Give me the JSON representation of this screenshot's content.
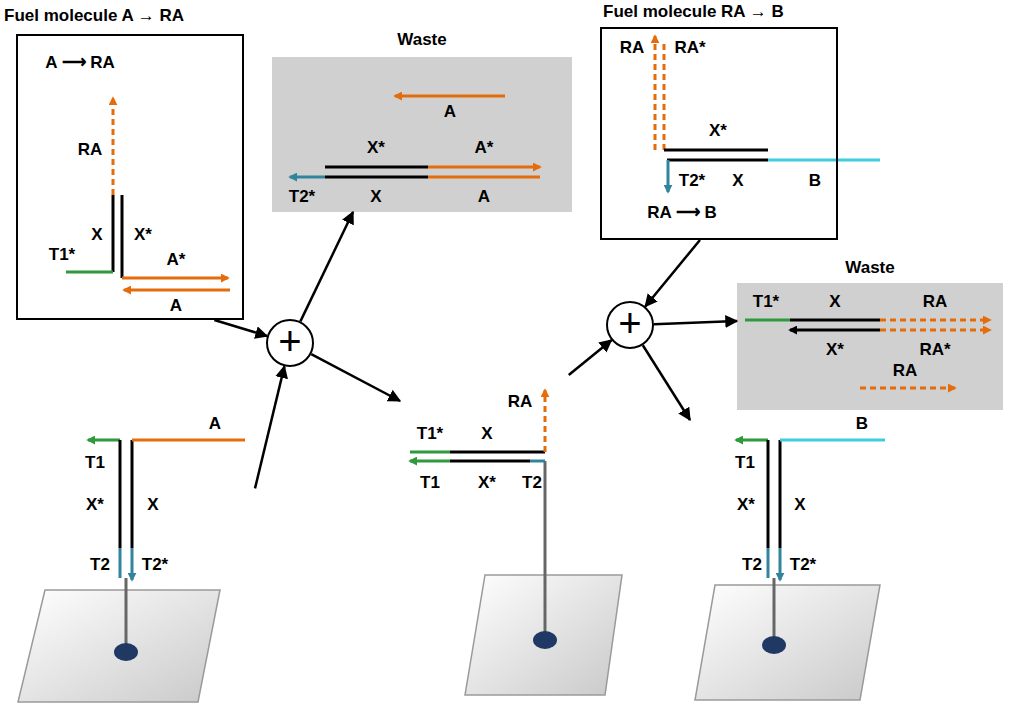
{
  "diagram": {
    "nodes": [
      {
        "text": [
          "Fuel molecule A → RA",
          "A ⟶ RA",
          "RA",
          "X",
          "X*",
          "T1*",
          "A*",
          "A"
        ]
      },
      {
        "text": [
          "Waste",
          "A",
          "X*",
          "A*",
          "T2*",
          "X",
          "A"
        ]
      },
      {
        "text": [
          "Fuel molecule RA → B",
          "RA",
          "RA*",
          "X*",
          "T2*",
          "X",
          "B",
          "RA ⟶ B"
        ]
      },
      {
        "text": [
          "Waste",
          "T1*",
          "X",
          "RA",
          "X*",
          "RA*",
          "RA"
        ]
      },
      {
        "text": [
          "+"
        ]
      },
      {
        "text": [
          "+"
        ]
      },
      {
        "text": [
          "T1",
          "A",
          "X*",
          "X",
          "T2",
          "T2*"
        ]
      },
      {
        "text": [
          "T1*",
          "X",
          "RA",
          "T1",
          "X*",
          "T2"
        ]
      },
      {
        "text": [
          "T1",
          "B",
          "X*",
          "X",
          "T2",
          "T2*"
        ]
      }
    ],
    "edges": [
      {
        "from": 0,
        "to": 4,
        "arrow": "to"
      },
      {
        "from": 6,
        "to": 4,
        "arrow": "to"
      },
      {
        "from": 4,
        "to": 1,
        "arrow": "to"
      },
      {
        "from": 4,
        "to": 7,
        "arrow": "to"
      },
      {
        "from": 7,
        "to": 5,
        "arrow": "to"
      },
      {
        "from": 2,
        "to": 5,
        "arrow": "to"
      },
      {
        "from": 5,
        "to": 3,
        "arrow": "to"
      },
      {
        "from": 5,
        "to": 8,
        "arrow": "to"
      }
    ]
  }
}
